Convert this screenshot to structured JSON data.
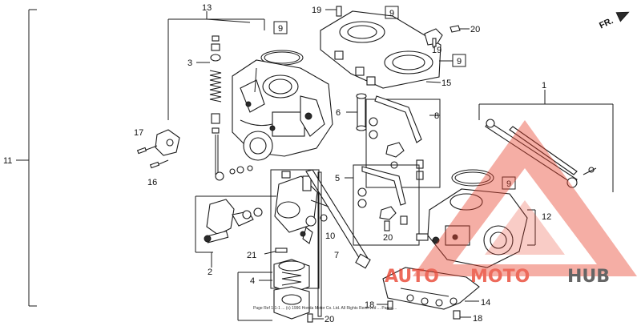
{
  "diagram": {
    "direction_label": "FR.",
    "callouts": {
      "c1": "1",
      "c2": "2",
      "c3": "3",
      "c4": "4",
      "c5": "5",
      "c6": "6",
      "c7": "7",
      "c8": "8",
      "c9a": "9",
      "c9b": "9",
      "c9c": "9",
      "c9d": "9",
      "c10": "10",
      "c11": "11",
      "c12": "12",
      "c13": "13",
      "c14": "14",
      "c15": "15",
      "c16": "16",
      "c17": "17",
      "c18a": "18",
      "c18b": "18",
      "c19a": "19",
      "c19b": "19",
      "c20a": "20",
      "c20b": "20",
      "c20c": "20",
      "c21": "21"
    },
    "footer_note": "Page Ref 1-1-1 ... (c) 1996 Honda Motor Co. Ltd. All Rights Reserved ... Paper ..."
  },
  "watermark": {
    "text_part1": "AUTO",
    "text_part2": "MOTO",
    "text_part3": "HUB",
    "color_accent": "#e8412e",
    "color_dark": "#3a3a3a"
  }
}
